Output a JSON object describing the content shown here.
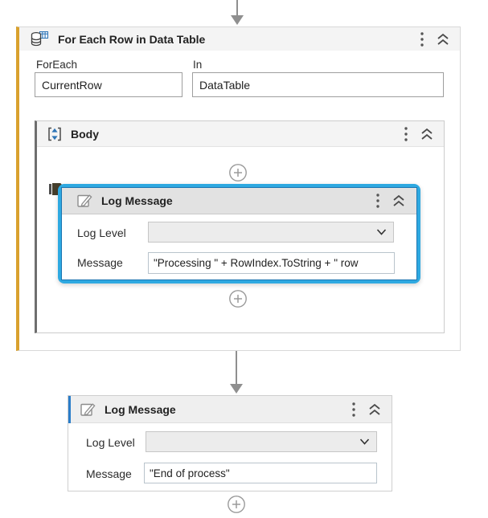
{
  "colors": {
    "selection_blue": "#2ea9e1",
    "foreach_accent_orange": "#d9a12e",
    "body_accent_gray": "#6e6e6e",
    "log_accent_blue": "#2a7dc9",
    "connector_gray": "#8f8f8f"
  },
  "icons": {
    "for_each_header": "data-table-icon",
    "body_header": "sequence-body-icon",
    "log_message_header": "edit-note-icon",
    "menu": "kebab-menu-icon",
    "collapse": "double-chevron-up-icon",
    "dropdown": "chevron-down-icon",
    "add": "plus-circle-icon",
    "marker": "breakpoint-flag-icon"
  },
  "for_each": {
    "title": "For Each Row in Data Table",
    "foreach_label": "ForEach",
    "foreach_value": "CurrentRow",
    "in_label": "In",
    "in_value": "DataTable",
    "body": {
      "title": "Body",
      "log_message": {
        "title": "Log Message",
        "log_level_label": "Log Level",
        "log_level_value": "",
        "message_label": "Message",
        "message_value": "\"Processing \" + RowIndex.ToString + \" row"
      }
    }
  },
  "log_message_2": {
    "title": "Log Message",
    "log_level_label": "Log Level",
    "log_level_value": "",
    "message_label": "Message",
    "message_value": "\"End of process\""
  }
}
